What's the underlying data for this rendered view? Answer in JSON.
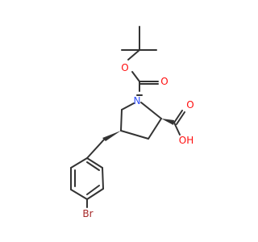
{
  "molecule": {
    "atoms": {
      "N": {
        "label": "N",
        "color": "#3050F8"
      },
      "O_boc_ester": {
        "label": "O",
        "color": "#FF0D0D"
      },
      "O_boc_carbonyl": {
        "label": "O",
        "color": "#FF0D0D"
      },
      "O_acid_carbonyl": {
        "label": "O",
        "color": "#FF0D0D"
      },
      "OH_acid": {
        "label": "OH",
        "color": "#FF0D0D"
      },
      "Br": {
        "label": "Br",
        "color": "#A62929"
      }
    },
    "bond_color": "#333333"
  }
}
